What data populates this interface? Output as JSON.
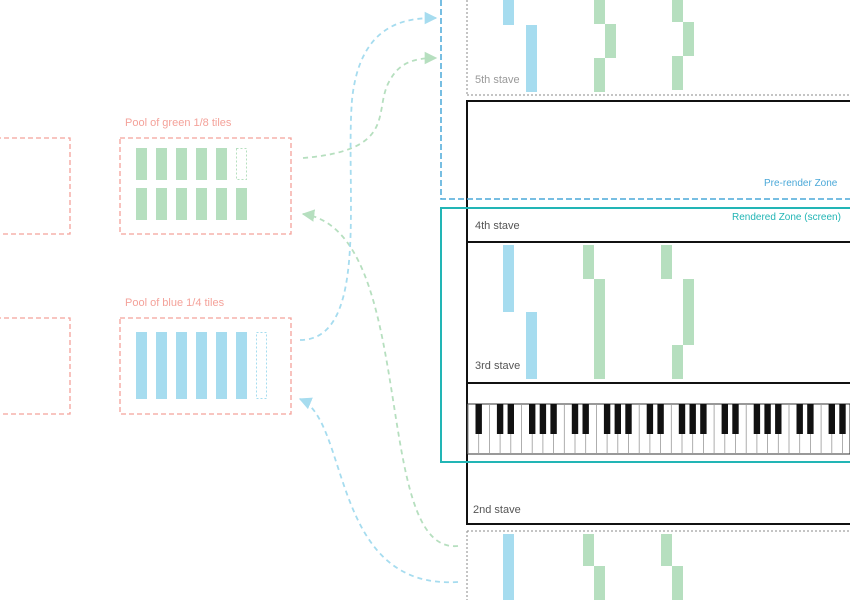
{
  "pools": [
    {
      "id": "green",
      "label": "Pool of green 1/8 tiles",
      "tile_color": "#b6dfbf",
      "filled_tiles": 11,
      "empty_slots": 1
    },
    {
      "id": "blue",
      "label": "Pool of blue 1/4 tiles",
      "tile_color": "#a6dcef",
      "filled_tiles": 6,
      "empty_slots": 1
    }
  ],
  "zones": {
    "prerender": {
      "label": "Pre-render Zone",
      "color": "#4aa8d8"
    },
    "rendered": {
      "label": "Rendered Zone (screen)",
      "color": "#22b5b5"
    }
  },
  "staves": {
    "fifth": "5th stave",
    "fourth": "4th stave",
    "third": "3rd stave",
    "second": "2nd stave"
  },
  "colors": {
    "pool_border": "#f4a29a",
    "green_arrow": "#b6dfbf",
    "blue_arrow": "#a6dcef",
    "stave_border": "#111111",
    "dotted_border": "#8a8a8a"
  }
}
